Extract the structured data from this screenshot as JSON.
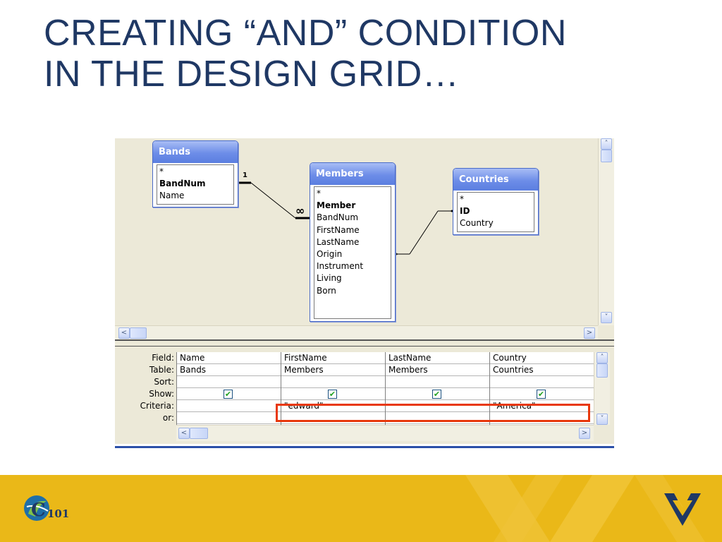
{
  "slide": {
    "title_line1": "CREATING “AND” CONDITION",
    "title_line2": "IN THE DESIGN GRID…"
  },
  "tables": {
    "bands": {
      "title": "Bands",
      "fields": [
        "*",
        "BandNum",
        "Name"
      ],
      "key": "BandNum"
    },
    "members": {
      "title": "Members",
      "fields": [
        "*",
        "Member",
        "BandNum",
        "FirstName",
        "LastName",
        "Origin",
        "Instrument",
        "Living",
        "Born"
      ],
      "key": "Member"
    },
    "countries": {
      "title": "Countries",
      "fields": [
        "*",
        "ID",
        "Country"
      ],
      "key": "ID"
    }
  },
  "relationships": {
    "bands_members_one": "1",
    "bands_members_many": "∞"
  },
  "grid": {
    "row_labels": [
      "Field:",
      "Table:",
      "Sort:",
      "Show:",
      "Criteria:",
      "or:"
    ],
    "columns": [
      {
        "field": "Name",
        "table": "Bands",
        "sort": "",
        "show": true,
        "criteria": "",
        "or": ""
      },
      {
        "field": "FirstName",
        "table": "Members",
        "sort": "",
        "show": true,
        "criteria": "\"edward\"",
        "or": ""
      },
      {
        "field": "LastName",
        "table": "Members",
        "sort": "",
        "show": true,
        "criteria": "",
        "or": ""
      },
      {
        "field": "Country",
        "table": "Countries",
        "sort": "",
        "show": true,
        "criteria": "\"America\"",
        "or": ""
      }
    ]
  },
  "icons": {
    "scroll_up": "˄",
    "scroll_down": "˅",
    "scroll_left": "<",
    "scroll_right": ">",
    "check": "✔"
  },
  "footer": {
    "logo_text": "101",
    "colors": {
      "band": "#eab818",
      "title": "#1f3864",
      "highlight": "#e8380d",
      "table_header": "#6d8de8"
    }
  }
}
